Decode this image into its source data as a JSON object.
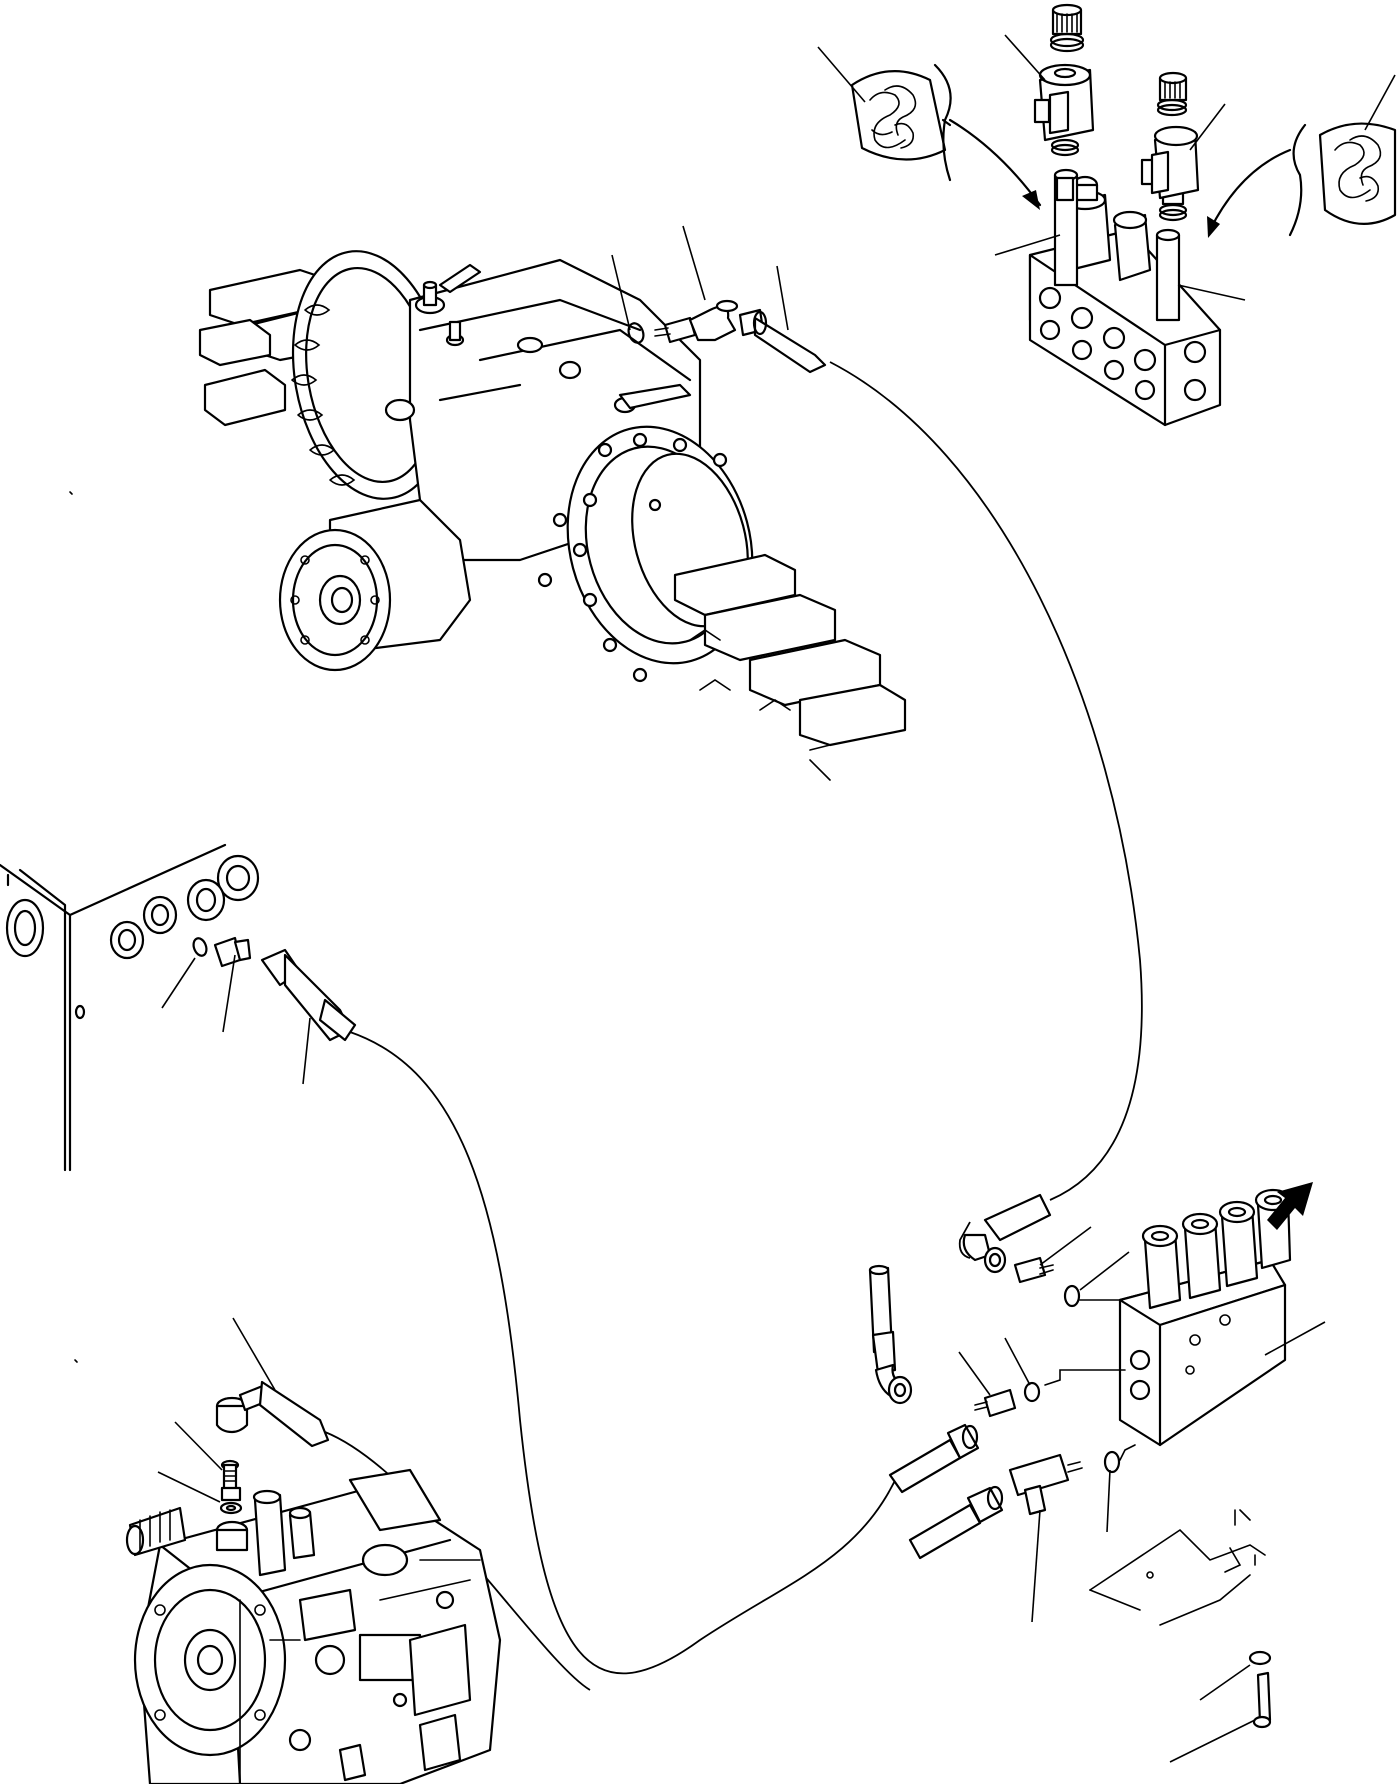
{
  "diagram": {
    "background": "#ffffff",
    "ink": "#000000",
    "components": [
      "transmission-assembly",
      "solenoid-valve-block",
      "pump-assembly",
      "distribution-block",
      "hydraulic-tank",
      "hose-transmission-to-valve",
      "hose-tank-to-pump",
      "lubrication-symbol-left",
      "lubrication-symbol-right"
    ]
  }
}
